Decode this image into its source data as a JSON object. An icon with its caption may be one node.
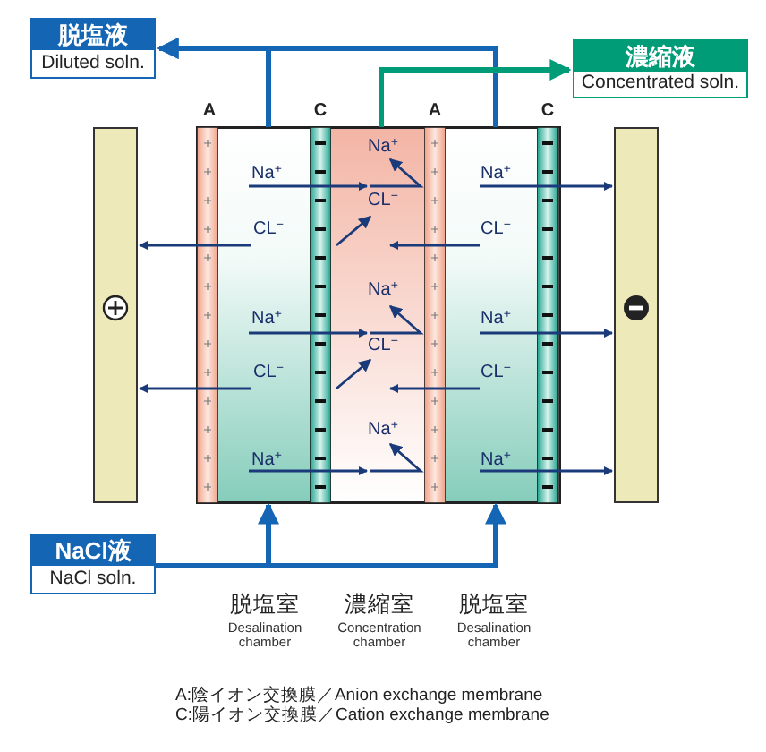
{
  "diagram": {
    "nodes": [
      {
        "text": [
          "脱塩液",
          "Diluted soln."
        ]
      },
      {
        "text": [
          "濃縮液",
          "Concentrated soln."
        ]
      },
      {
        "text": [],
        "shape": "box"
      },
      {
        "text": [],
        "shape": "box"
      },
      {
        "text": [],
        "shape": "box"
      },
      {
        "text": [
          "NaCl液",
          "NaCl soln."
        ]
      },
      {
        "text": [],
        "shape": "bar"
      },
      {
        "text": [],
        "shape": "bar"
      }
    ],
    "edges": [
      {
        "from": 2,
        "to": 0,
        "arrow": "to",
        "style": "thick",
        "color": "#1565b5"
      },
      {
        "from": 4,
        "to": 0,
        "arrow": "to",
        "style": "thick",
        "color": "#1565b5"
      },
      {
        "from": 3,
        "to": 1,
        "arrow": "to",
        "style": "thick",
        "color": "#009b77"
      },
      {
        "from": 5,
        "to": 2,
        "arrow": "to",
        "style": "thick",
        "color": "#1565b5"
      },
      {
        "from": 5,
        "to": 4,
        "arrow": "to",
        "style": "thick",
        "color": "#1565b5"
      },
      {
        "from": 2,
        "to": 3,
        "arrow": "to"
      },
      {
        "from": 4,
        "to": 7,
        "arrow": "to"
      },
      {
        "from": 2,
        "to": 6,
        "arrow": "to"
      },
      {
        "from": 4,
        "to": 3,
        "arrow": "to"
      },
      {
        "from": 2,
        "to": 3,
        "arrow": "to"
      },
      {
        "from": 4,
        "to": 7,
        "arrow": "to"
      },
      {
        "from": 2,
        "to": 6,
        "arrow": "to"
      },
      {
        "from": 4,
        "to": 3,
        "arrow": "to"
      },
      {
        "from": 2,
        "to": 3,
        "arrow": "to"
      },
      {
        "from": 4,
        "to": 7,
        "arrow": "to"
      }
    ],
    "labels": [
      "A",
      "C",
      "A",
      "C",
      "Na$^{+}$",
      "Na$^{+}$",
      "Na$^{+}$",
      "CL$^{−}$",
      "CL$^{−}$",
      "CL$^{−}$",
      "Na$^{+}$",
      "Na$^{+}$",
      "Na$^{+}$",
      "CL$^{−}$",
      "CL$^{−}$",
      "CL$^{−}$",
      "Na$^{+}$",
      "Na$^{+}$",
      "Na$^{+}$",
      "脱塩室",
      "Desalination chamber",
      "濃縮室",
      "Concentration chamber",
      "脱塩室",
      "Desalination chamber",
      "A:陰イオン交換膜／Anion exchange membrane",
      "C:陽イオン交換膜／Cation exchange membrane"
    ]
  }
}
